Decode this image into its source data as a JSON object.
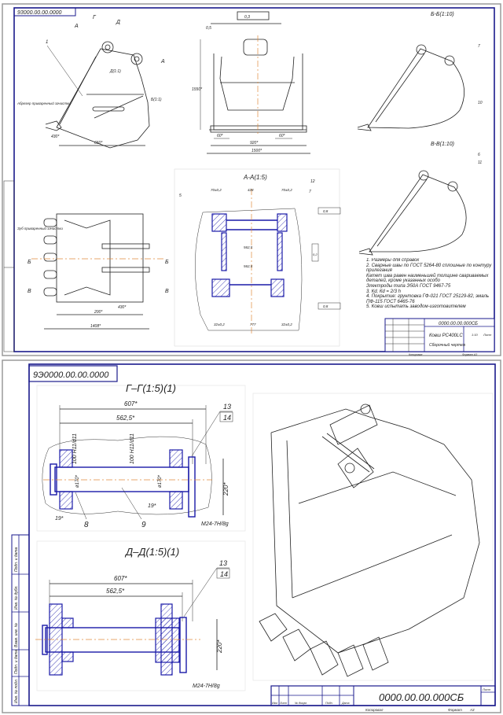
{
  "sheet1": {
    "stamp": "93000.00.00.0000",
    "view_labels": [
      "А",
      "Г",
      "Д",
      "А",
      "Д(1:1)",
      "Б(1:1)",
      "Б",
      "Б",
      "В",
      "В"
    ],
    "callouts": [
      "1",
      "5",
      "12",
      "7",
      "6",
      "7",
      "11",
      "10"
    ],
    "notes_side": "Абрезер приваренный зачистки",
    "notes_side2": "Зуб приваренный зачистки",
    "dims": [
      "650*",
      "430*",
      "1550*",
      "920*",
      "1500*",
      "200*",
      "430*",
      "1408*",
      "60*",
      "60*"
    ],
    "section_bb": "Б-Б(1:10)",
    "section_vv": "В-В(1:10)",
    "section_aa": "А-А(1:5)",
    "aa_dims": [
      "70±0,2",
      "428",
      "70±0,2",
      "562,5",
      "562,5",
      "32±0,2",
      "777",
      "32±0,2"
    ],
    "tolerance_frames": [
      "0,3",
      "0,5",
      "0,2",
      "0,8",
      "0,8"
    ],
    "notes": [
      "1. Размеры для справок",
      "2. Сварные швы по ГОСТ 5264-80 сплошные по контуру прилегания",
      "Катет шва равен наименьшей толщине свариваемых деталей, кроме указанных особо",
      "Электроды типа Э50А ГОСТ 9467-75",
      "3. Кd, Кd = 2/3 h",
      "4. Покрытие: грунтовка ГФ-021 ГОСТ 25129-82, эмаль ПФ-115 ГОСТ 6465-76",
      "5. Ковш испытать заводом-изготовителем"
    ],
    "title_block": {
      "doc_number": "0000.00.00.000СБ",
      "name": "Ковш PC400LC",
      "doc_type": "Сборочный чертеж",
      "sheet": "Лист",
      "mass": "1:10",
      "copied": "Копировал",
      "format": "Формат А3"
    }
  },
  "sheet2": {
    "stamp": "9Э0000.00.00.0000",
    "section_gg": {
      "title": "Г–Г(1:5)(1)",
      "dims": [
        "607*",
        "562,5*",
        "100 H11/d11",
        "100 H11/d11",
        "ø170*",
        "ø170*",
        "220*",
        "19*",
        "19*"
      ],
      "thread": "M24-7H/8g",
      "callouts": [
        "8",
        "9",
        "13",
        "14"
      ]
    },
    "section_dd": {
      "title": "Д–Д(1:5)(1)",
      "dims": [
        "607*",
        "562,5*",
        "220*"
      ],
      "thread": "M24-7H/8g",
      "callouts": [
        "13",
        "14"
      ]
    },
    "side_strip": [
      "Инв. № подл.",
      "Подп. и дата",
      "Взам. инв. №",
      "Инв. № дубл.",
      "Подп. и дата"
    ],
    "title_block": {
      "headers": [
        "Изм",
        "Лист",
        "№ докум.",
        "Подп.",
        "Дата"
      ],
      "doc_number": "0000.00.00.000СБ",
      "sheet_label": "Лист",
      "copied": "Копировал",
      "format": "Формат",
      "format_value": "А3"
    }
  },
  "colors": {
    "frame": "#1a1a8c",
    "section_lines": "#1a1aa8",
    "axis": "#e08a3c",
    "sheet_border": "#9a9a9a"
  }
}
